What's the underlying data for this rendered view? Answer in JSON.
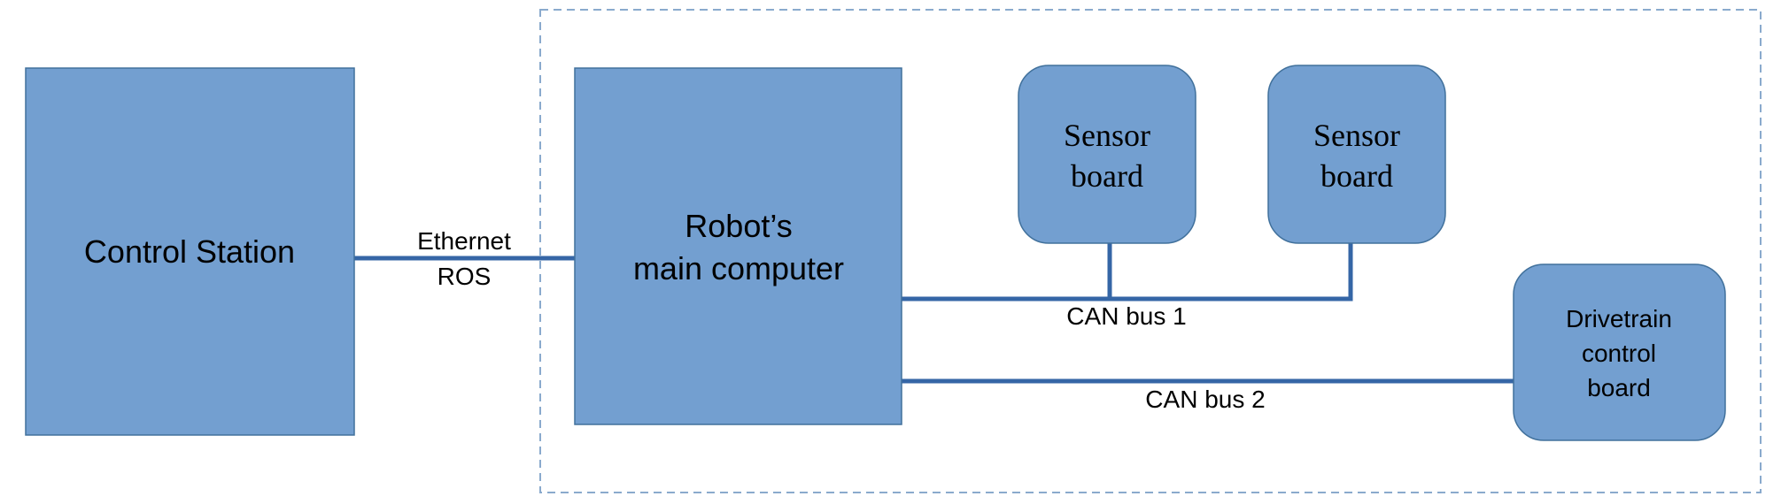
{
  "colors": {
    "node_fill": "#739fd0",
    "node_stroke": "#41719c",
    "edge": "#3566a6",
    "boundary": "#8aaacd",
    "text": "#000000"
  },
  "nodes": {
    "control_station": {
      "line1": "Control Station"
    },
    "main_computer": {
      "line1": "Robot’s",
      "line2": "main computer"
    },
    "sensor_board_1": {
      "line1": "Sensor",
      "line2": "board"
    },
    "sensor_board_2": {
      "line1": "Sensor",
      "line2": "board"
    },
    "drivetrain_board": {
      "line1": "Drivetrain",
      "line2": "control",
      "line3": "board"
    }
  },
  "edges": {
    "ethernet": {
      "line1": "Ethernet",
      "line2": "ROS"
    },
    "can_bus_1": {
      "label": "CAN bus 1"
    },
    "can_bus_2": {
      "label": "CAN bus 2"
    }
  }
}
